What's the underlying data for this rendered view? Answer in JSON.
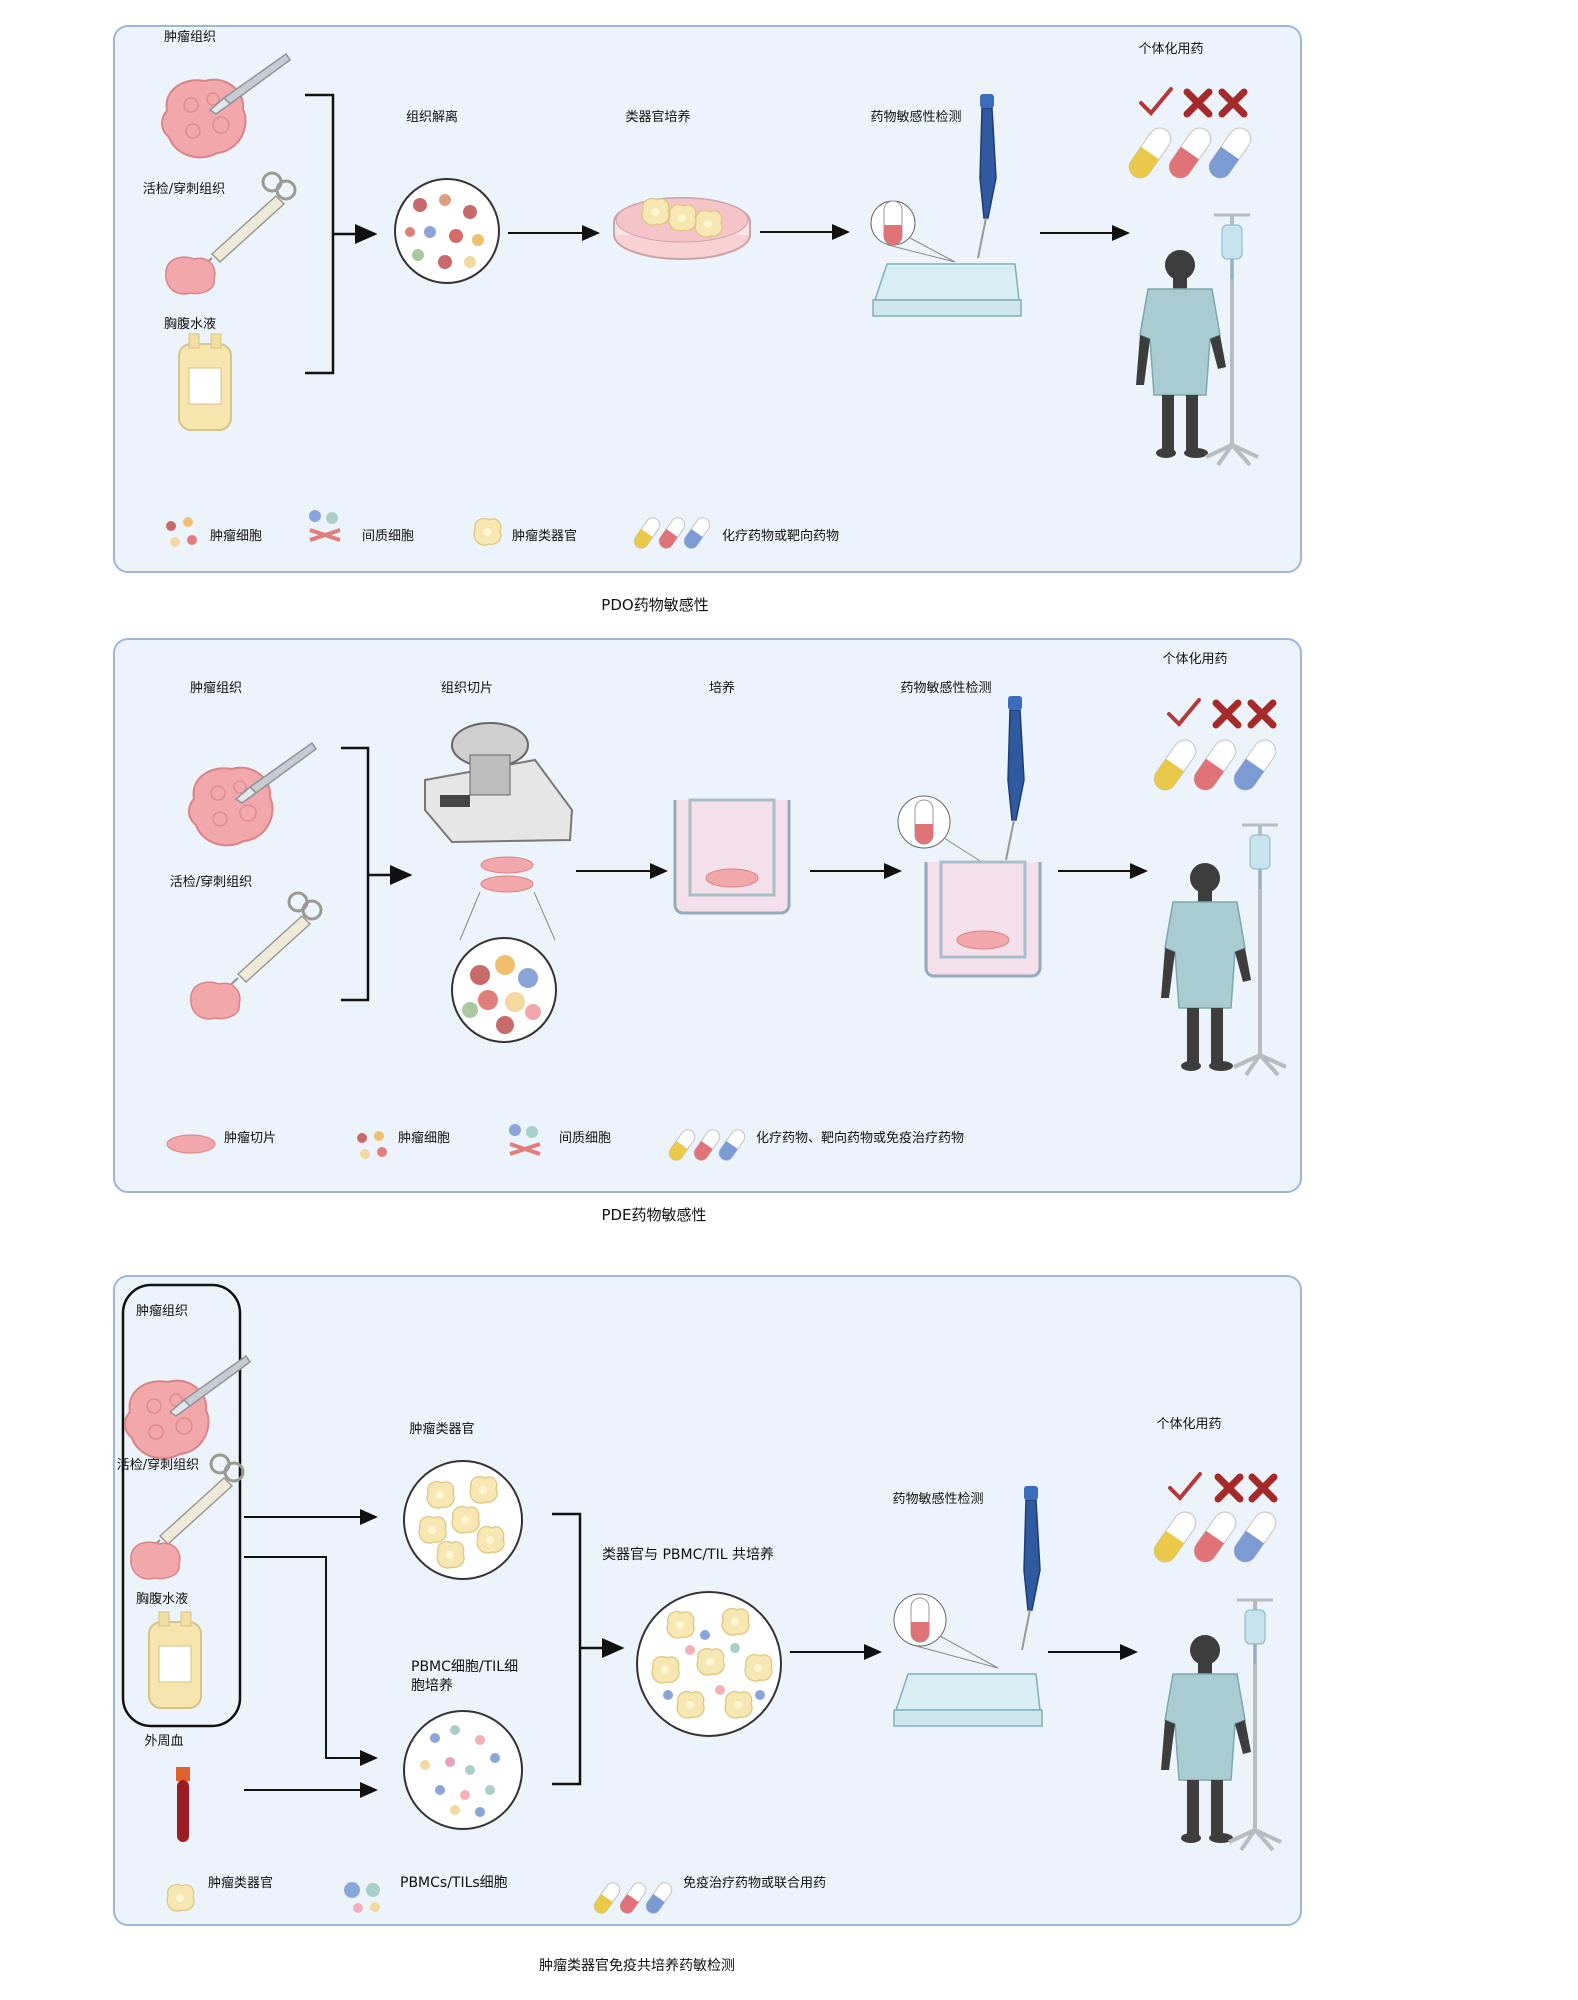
{
  "panel1": {
    "title": "PDO药物敏感性",
    "labels": {
      "tumor": "肿瘤组织",
      "biopsy": "活检/穿刺组织",
      "ascites": "胸腹水液",
      "dissociation": "组织解离",
      "culture": "类器官培养",
      "drug_test": "药物敏感性检测",
      "report": "个体化用药"
    },
    "legend": [
      "肿瘤细胞",
      "间质细胞",
      "肿瘤类器官",
      "化疗药物或靶向药物"
    ]
  },
  "panel2": {
    "title": "PDE药物敏感性",
    "labels": {
      "tumor": "肿瘤组织",
      "biopsy": "活检/穿刺组织",
      "slicing": "组织切片",
      "culture": "培养",
      "drug_test": "药物敏感性检测",
      "report": "个体化用药"
    },
    "legend": [
      "肿瘤切片",
      "肿瘤细胞",
      "间质细胞",
      "化疗药物、靶向药物或免疫治疗药物"
    ]
  },
  "panel3": {
    "title": "肿瘤类器官免疫共培养药敏检测",
    "labels": {
      "tumor": "肿瘤组织",
      "biopsy": "活检/穿刺组织",
      "ascites": "胸腹水液",
      "blood": "外周血",
      "organoid": "肿瘤类器官",
      "pbmc": "PBMC细胞/TIL细胞培养",
      "coculture": "类器官与 PBMC/TIL 共培养",
      "drug_test": "药物敏感性检测",
      "report": "个体化用药"
    },
    "legend": [
      "肿瘤类器官",
      "PBMCs/TILs细胞",
      "免疫治疗药物或联合用药"
    ]
  },
  "colors": {
    "panel_bg": "#edf3fb",
    "panel_border": "#9fb6d6",
    "tissue": "#f2a8aa",
    "organoid": "#f6e3a8",
    "check": "#b33a3a",
    "cross": "#a52a2a",
    "pill_yellow": "#e9c84a",
    "pill_red": "#e07378",
    "pill_blue": "#7d9bd3",
    "gown": "#a9ccd3",
    "skin": "#3d3d3d"
  },
  "icons": [
    "scalpel-icon",
    "syringe-icon",
    "blood-bag-icon",
    "petri-dish-icon",
    "pipette-icon",
    "well-plate-icon",
    "vibratome-icon",
    "transwell-icon",
    "blood-tube-icon",
    "patient-icon",
    "iv-stand-icon",
    "check-icon",
    "cross-icon",
    "capsule-icon",
    "arrow-icon"
  ]
}
